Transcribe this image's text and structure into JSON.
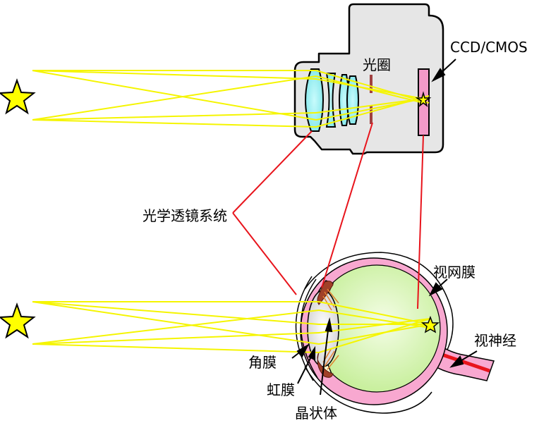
{
  "labels": {
    "sensor": "CCD/CMOS",
    "aperture": "光圈",
    "optics": "光学透镜系统",
    "retina": "视网膜",
    "optic_nerve": "视神经",
    "cornea": "角膜",
    "iris": "虹膜",
    "lens": "晶状体"
  },
  "colors": {
    "ray": "#f5f500",
    "pointer": "#e8141c",
    "camera_body": "#e6e6e6",
    "camera_lens": "#8ff0f2",
    "sensor": "#f29ac8",
    "star": "#ffff00",
    "eye_sclera": "#f8a8d0",
    "eye_vitreous": "#c8f0a0",
    "iris": "#a04028"
  },
  "icons": [
    "star-icon",
    "star-icon",
    "star-icon",
    "star-icon"
  ]
}
